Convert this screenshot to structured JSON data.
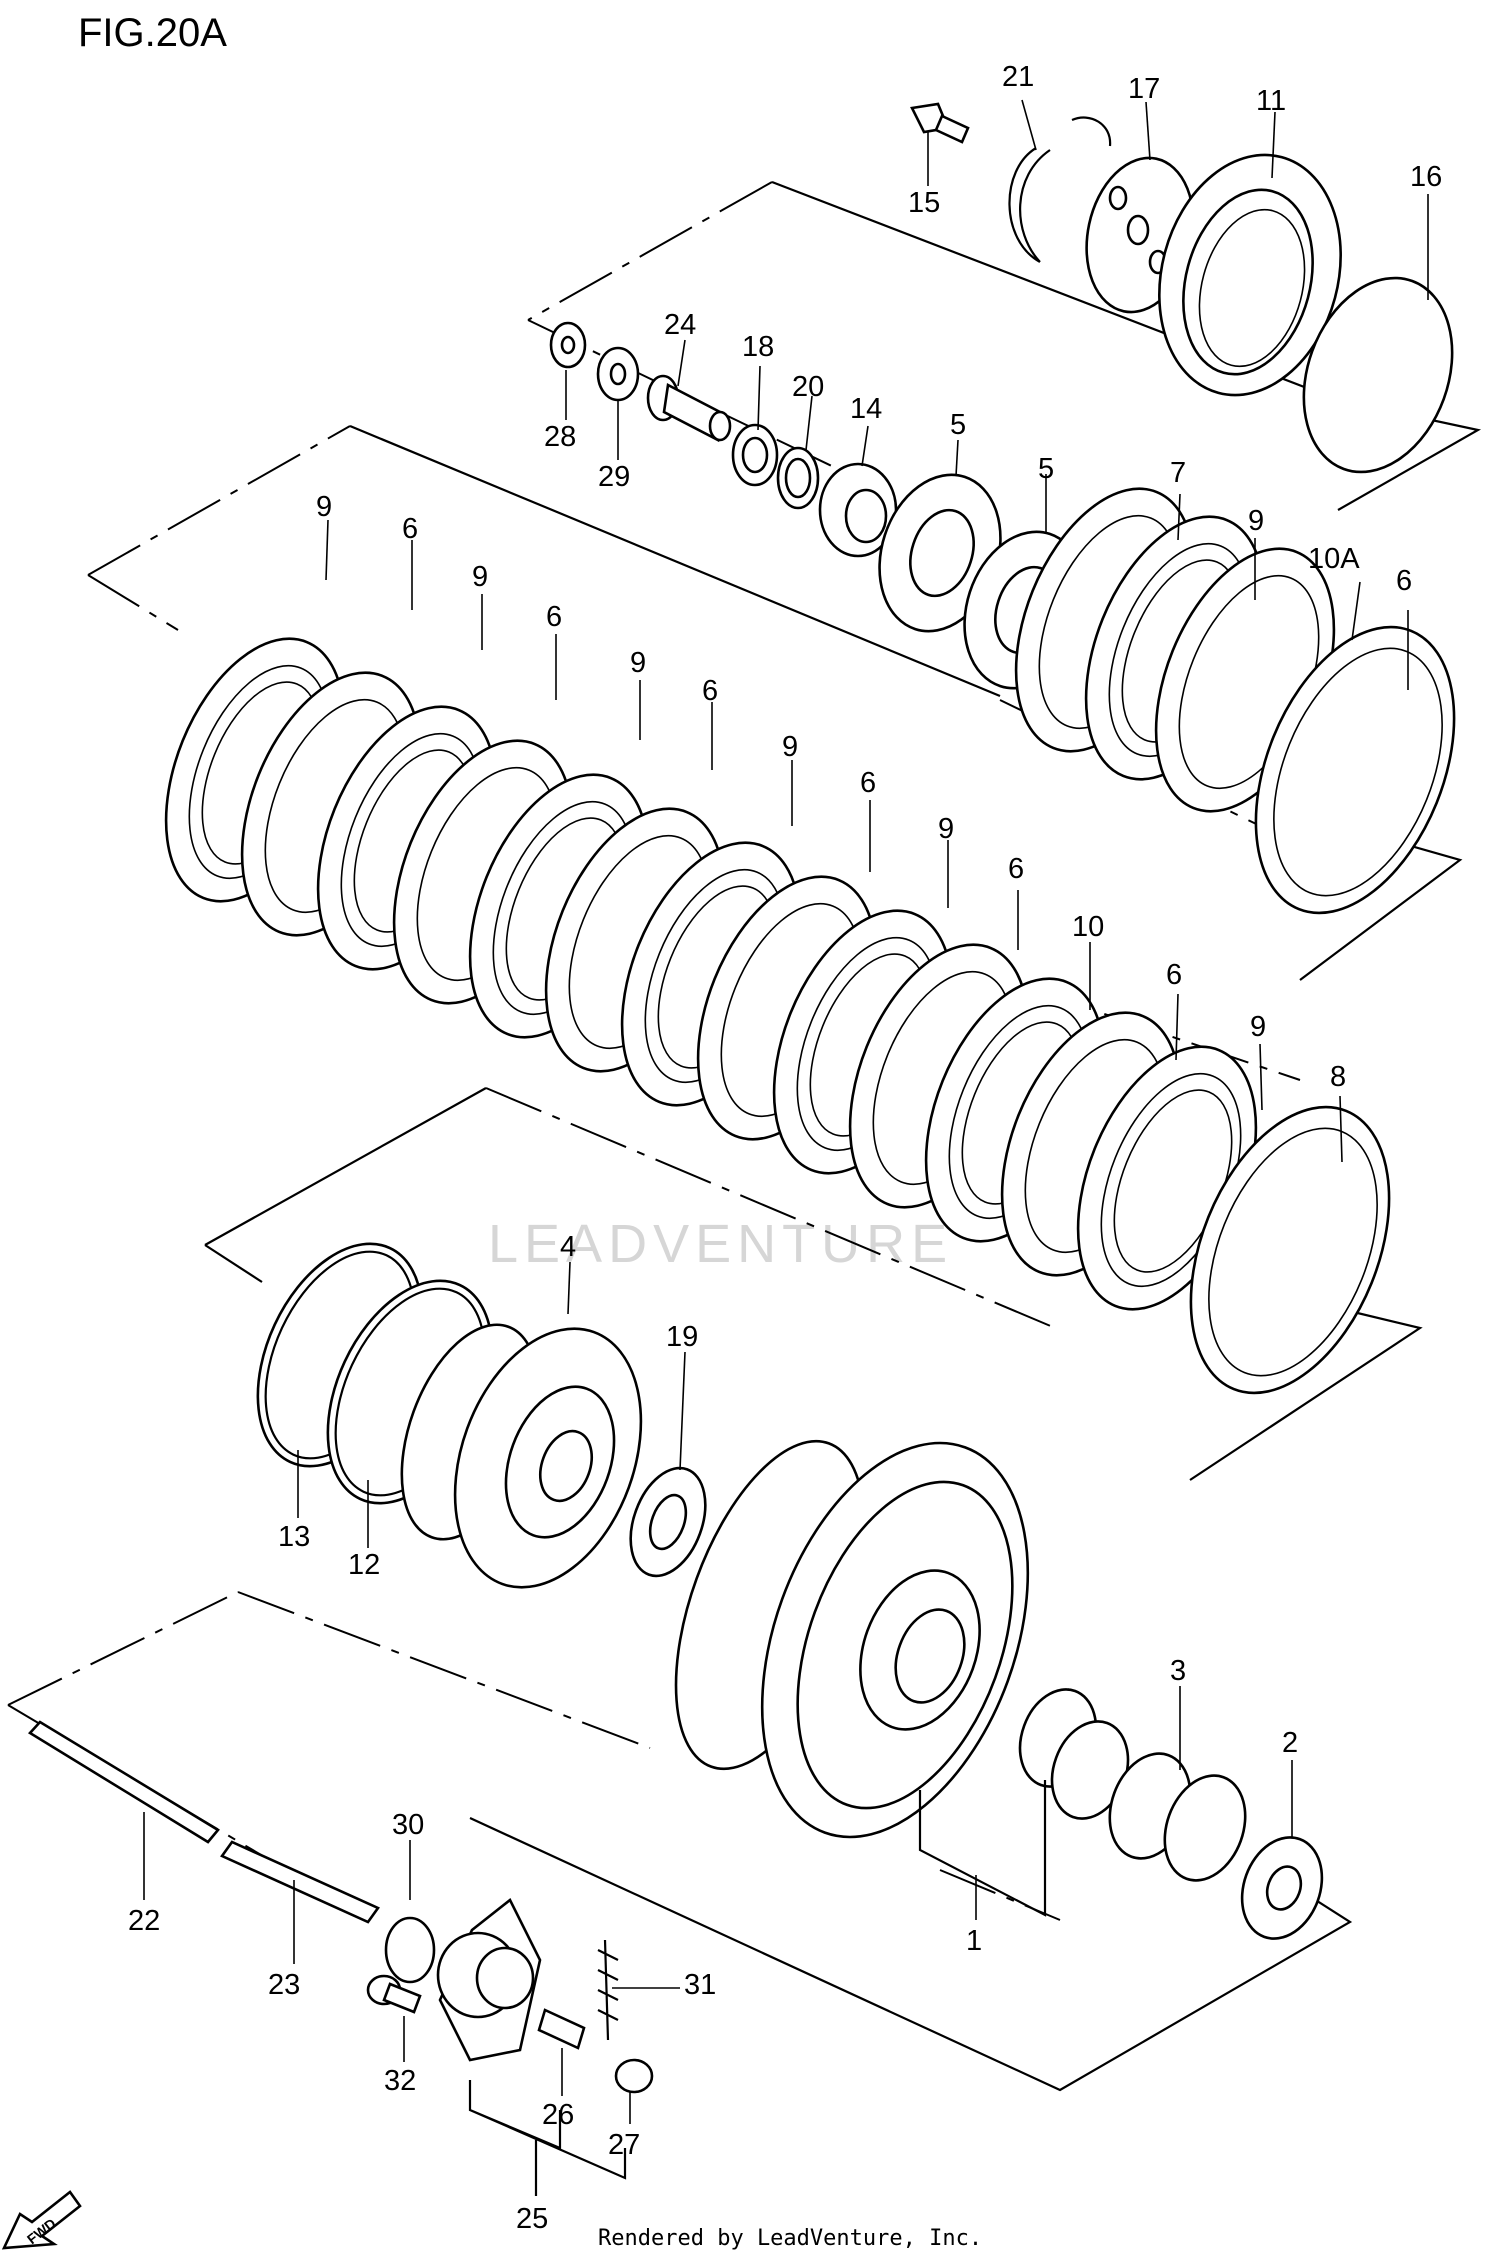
{
  "figure": {
    "title": "FIG.20A",
    "footer": "Rendered by LeadVenture, Inc.",
    "watermark": "LEADVENTURE",
    "fwd_label": "FWD"
  },
  "callouts": [
    {
      "id": "c21",
      "text": "21"
    },
    {
      "id": "c17",
      "text": "17"
    },
    {
      "id": "c11",
      "text": "11"
    },
    {
      "id": "c16",
      "text": "16"
    },
    {
      "id": "c15",
      "text": "15"
    },
    {
      "id": "c24",
      "text": "24"
    },
    {
      "id": "c18",
      "text": "18"
    },
    {
      "id": "c20",
      "text": "20"
    },
    {
      "id": "c14",
      "text": "14"
    },
    {
      "id": "c28",
      "text": "28"
    },
    {
      "id": "c29",
      "text": "29"
    },
    {
      "id": "c5a",
      "text": "5"
    },
    {
      "id": "c5b",
      "text": "5"
    },
    {
      "id": "c7",
      "text": "7"
    },
    {
      "id": "c9a",
      "text": "9"
    },
    {
      "id": "c6a",
      "text": "6"
    },
    {
      "id": "c9b",
      "text": "9"
    },
    {
      "id": "c6b",
      "text": "6"
    },
    {
      "id": "c9c",
      "text": "9"
    },
    {
      "id": "c6c",
      "text": "6"
    },
    {
      "id": "c9d",
      "text": "9"
    },
    {
      "id": "c6d",
      "text": "6"
    },
    {
      "id": "c9e",
      "text": "9"
    },
    {
      "id": "c6e",
      "text": "6"
    },
    {
      "id": "c10",
      "text": "10"
    },
    {
      "id": "c6f",
      "text": "6"
    },
    {
      "id": "c9f",
      "text": "9"
    },
    {
      "id": "c8",
      "text": "8"
    },
    {
      "id": "c9g",
      "text": "9"
    },
    {
      "id": "c10A",
      "text": "10A"
    },
    {
      "id": "c6g",
      "text": "6"
    },
    {
      "id": "c4",
      "text": "4"
    },
    {
      "id": "c19",
      "text": "19"
    },
    {
      "id": "c13",
      "text": "13"
    },
    {
      "id": "c12",
      "text": "12"
    },
    {
      "id": "c3",
      "text": "3"
    },
    {
      "id": "c2",
      "text": "2"
    },
    {
      "id": "c1",
      "text": "1"
    },
    {
      "id": "c22",
      "text": "22"
    },
    {
      "id": "c23",
      "text": "23"
    },
    {
      "id": "c30",
      "text": "30"
    },
    {
      "id": "c31",
      "text": "31"
    },
    {
      "id": "c32",
      "text": "32"
    },
    {
      "id": "c26",
      "text": "26"
    },
    {
      "id": "c27",
      "text": "27"
    },
    {
      "id": "c25",
      "text": "25"
    }
  ]
}
